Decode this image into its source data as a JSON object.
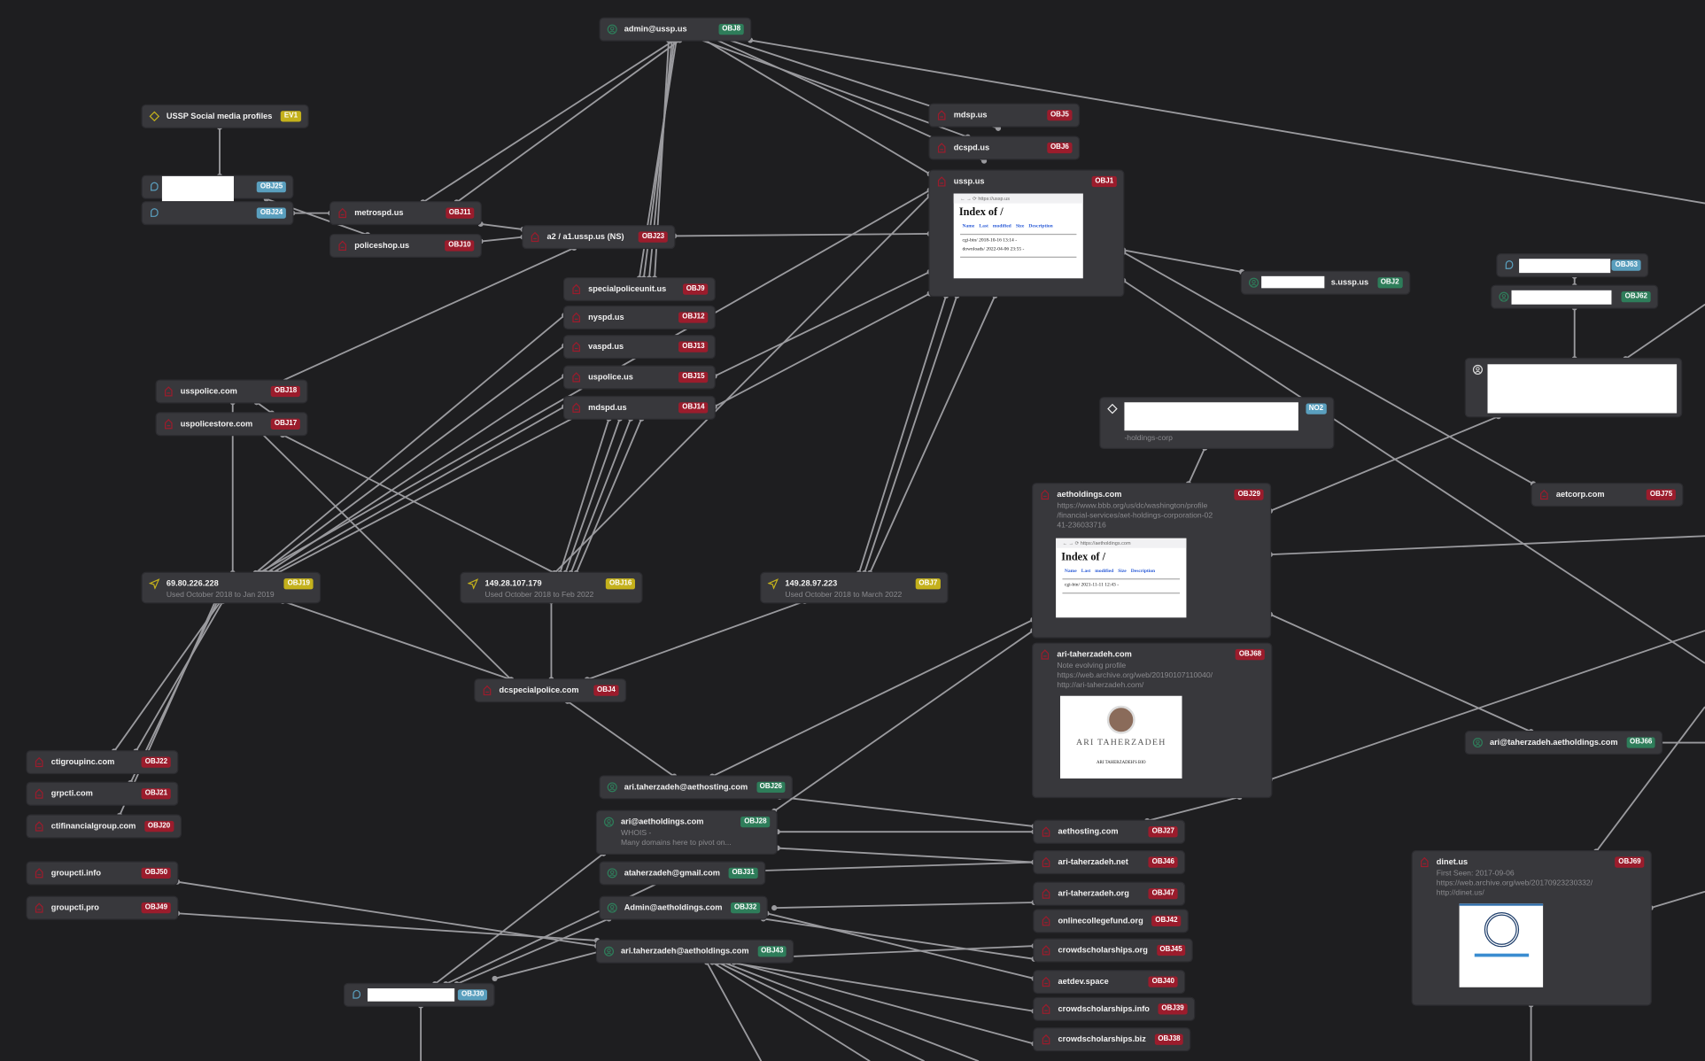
{
  "colors": {
    "background": "#1e1e20",
    "node": "#38383c",
    "edge": "#9a9a9e",
    "domain": "#9b1c2c",
    "email": "#2e7d5a",
    "ip": "#c4b11c",
    "social": "#5a9fbe",
    "note": "#5a9fbe"
  },
  "nodes": [
    {
      "id": "OBJ8",
      "kind": "email",
      "label": "admin@ussp.us"
    },
    {
      "id": "EV1",
      "kind": "event",
      "label": "USSP Social media profiles"
    },
    {
      "id": "OBJ25",
      "kind": "social",
      "label": ""
    },
    {
      "id": "OBJ24",
      "kind": "social",
      "label": ""
    },
    {
      "id": "OBJ11",
      "kind": "domain",
      "label": "metrospd.us"
    },
    {
      "id": "OBJ10",
      "kind": "domain",
      "label": "policeshop.us"
    },
    {
      "id": "OBJ23",
      "kind": "domain",
      "label": "a2 / a1.ussp.us (NS)"
    },
    {
      "id": "OBJ5",
      "kind": "domain",
      "label": "mdsp.us"
    },
    {
      "id": "OBJ6",
      "kind": "domain",
      "label": "dcspd.us"
    },
    {
      "id": "OBJ1",
      "kind": "domain",
      "label": "ussp.us"
    },
    {
      "id": "OBJ9",
      "kind": "domain",
      "label": "specialpoliceunit.us"
    },
    {
      "id": "OBJ12",
      "kind": "domain",
      "label": "nyspd.us"
    },
    {
      "id": "OBJ13",
      "kind": "domain",
      "label": "vaspd.us"
    },
    {
      "id": "OBJ15",
      "kind": "domain",
      "label": "uspolice.us"
    },
    {
      "id": "OBJ14",
      "kind": "domain",
      "label": "mdspd.us"
    },
    {
      "id": "OBJ18",
      "kind": "domain",
      "label": "usspolice.com"
    },
    {
      "id": "OBJ17",
      "kind": "domain",
      "label": "uspolicestore.com"
    },
    {
      "id": "OBJ2",
      "kind": "email",
      "label": "s.ussp.us"
    },
    {
      "id": "OBJ63",
      "kind": "social",
      "label": ""
    },
    {
      "id": "OBJ62",
      "kind": "email",
      "label": ""
    },
    {
      "id": "PERSON",
      "kind": "person",
      "label": ""
    },
    {
      "id": "NO2",
      "kind": "note",
      "label": "",
      "sub": [
        "-holdings-corp"
      ]
    },
    {
      "id": "OBJ75",
      "kind": "domain",
      "label": "aetcorp.com"
    },
    {
      "id": "OBJ29",
      "kind": "domain",
      "label": "aetholdings.com",
      "sub": [
        "https://www.bbb.org/us/dc/washington/profile",
        "/financial-services/aet-holdings-corporation-02",
        "41-236033716"
      ]
    },
    {
      "id": "OBJ68",
      "kind": "domain",
      "label": "ari-taherzadeh.com",
      "sub": [
        "Note evolving profile",
        "https://web.archive.org/web/20190107110040/",
        "http://ari-taherzadeh.com/"
      ]
    },
    {
      "id": "OBJ66",
      "kind": "email",
      "label": "ari@taherzadeh.aetholdings.com"
    },
    {
      "id": "OBJ19",
      "kind": "ip",
      "label": "69.80.226.228",
      "sub": [
        "Used October 2018 to Jan 2019"
      ]
    },
    {
      "id": "OBJ16",
      "kind": "ip",
      "label": "149.28.107.179",
      "sub": [
        "Used October 2018 to Feb 2022"
      ]
    },
    {
      "id": "OBJ7",
      "kind": "ip",
      "label": "149.28.97.223",
      "sub": [
        "Used October 2018 to March 2022"
      ]
    },
    {
      "id": "OBJ4",
      "kind": "domain",
      "label": "dcspecialpolice.com"
    },
    {
      "id": "OBJ22",
      "kind": "domain",
      "label": "ctigroupinc.com"
    },
    {
      "id": "OBJ21",
      "kind": "domain",
      "label": "grpcti.com"
    },
    {
      "id": "OBJ20",
      "kind": "domain",
      "label": "ctifinancialgroup.com"
    },
    {
      "id": "OBJ50",
      "kind": "domain",
      "label": "groupcti.info"
    },
    {
      "id": "OBJ49",
      "kind": "domain",
      "label": "groupcti.pro"
    },
    {
      "id": "OBJ26",
      "kind": "email",
      "label": "ari.taherzadeh@aethosting.com"
    },
    {
      "id": "OBJ28",
      "kind": "email",
      "label": "ari@aetholdings.com",
      "sub": [
        "WHOIS -",
        "Many domains here to pivot on..."
      ]
    },
    {
      "id": "OBJ31",
      "kind": "email",
      "label": "ataherzadeh@gmail.com"
    },
    {
      "id": "OBJ32",
      "kind": "email",
      "label": "Admin@aetholdings.com"
    },
    {
      "id": "OBJ43",
      "kind": "email",
      "label": "ari.taherzadeh@aetholdings.com"
    },
    {
      "id": "OBJ30",
      "kind": "social",
      "label": ""
    },
    {
      "id": "OBJ27",
      "kind": "domain",
      "label": "aethosting.com"
    },
    {
      "id": "OBJ46",
      "kind": "domain",
      "label": "ari-taherzadeh.net"
    },
    {
      "id": "OBJ47",
      "kind": "domain",
      "label": "ari-taherzadeh.org"
    },
    {
      "id": "OBJ42",
      "kind": "domain",
      "label": "onlinecollegefund.org"
    },
    {
      "id": "OBJ45",
      "kind": "domain",
      "label": "crowdscholarships.org"
    },
    {
      "id": "OBJ40",
      "kind": "domain",
      "label": "aetdev.space"
    },
    {
      "id": "OBJ39",
      "kind": "domain",
      "label": "crowdscholarships.info"
    },
    {
      "id": "OBJ38",
      "kind": "domain",
      "label": "crowdscholarships.biz"
    },
    {
      "id": "OBJ69",
      "kind": "domain",
      "label": "dinet.us",
      "sub": [
        "First Seen: 2017-09-06",
        "https://web.archive.org/web/20170923230332/",
        "http://dinet.us/"
      ]
    }
  ],
  "screenshots": {
    "ussp": {
      "url": "https://ussp.us",
      "title": "Index of /",
      "header": "Name Last modified Size Description",
      "rows": [
        "cgi-bin/ 2018-10-16 13:14 -",
        "downloads/ 2022-04-06 23:55 -"
      ]
    },
    "aetholdings": {
      "url": "https://aetholdings.com",
      "title": "Index of /",
      "header": "Name Last modified Size Description",
      "rows": [
        "cgi-bin/ 2021-11-11 12:43 -"
      ]
    },
    "ari": {
      "name": "ARI TAHERZADEH",
      "bio": "ARI TAHERZADEH'S BIO"
    }
  }
}
